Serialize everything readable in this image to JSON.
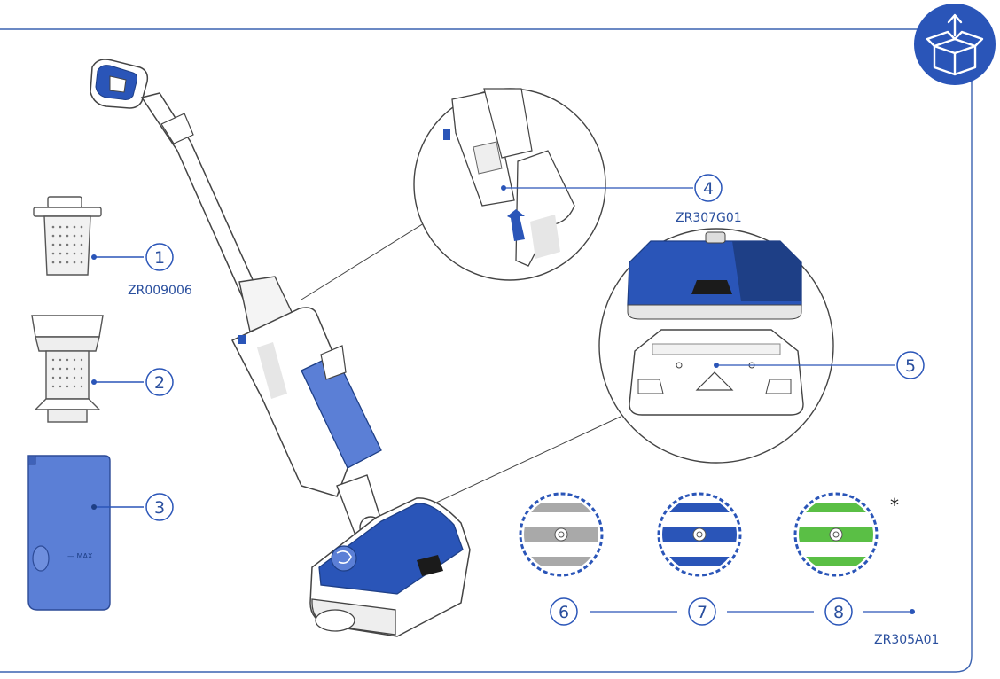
{
  "colors": {
    "accent": "#2a55b8",
    "dark_blue": "#1e3f86",
    "line": "#3a62b0",
    "grey_pad": "#a9a9a9",
    "green_pad": "#5abf45"
  },
  "icon": {
    "name": "box-unpack-icon"
  },
  "parts": [
    {
      "number": "1",
      "code": "ZR009006"
    },
    {
      "number": "2",
      "code": ""
    },
    {
      "number": "3",
      "code": ""
    },
    {
      "number": "4",
      "code": "ZR307G01"
    },
    {
      "number": "5",
      "code": ""
    },
    {
      "number": "6",
      "code": ""
    },
    {
      "number": "7",
      "code": ""
    },
    {
      "number": "8",
      "code": "ZR305A01"
    }
  ],
  "tank": {
    "max_label": "— MAX"
  },
  "footnote_mark": "*"
}
